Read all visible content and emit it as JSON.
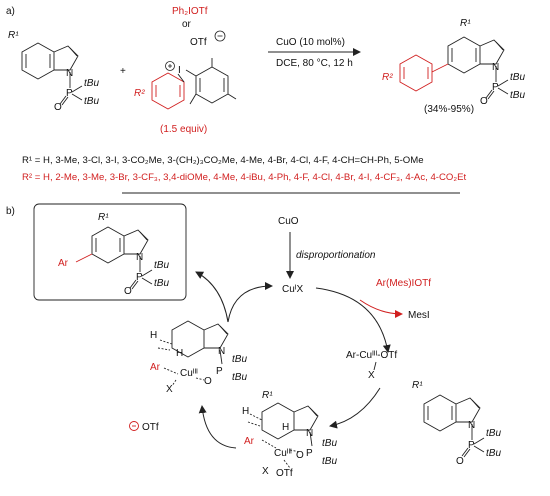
{
  "panel_a": {
    "label": "a)",
    "reagent_top": "Ph₂IOTf",
    "reagent_or": "or",
    "otf": "OTf",
    "equiv": "(1.5 equiv)",
    "cond1": "CuO (10 mol%)",
    "cond2": "DCE, 80 °C, 12 h",
    "yield": "(34%-95%)",
    "r1_line": "R¹ = H, 3-Me, 3-Cl, 3-I, 3-CO₂Me, 3-(CH₂)₃CO₂Me, 4-Me, 4-Br, 4-Cl, 4-F, 4-CH=CH-Ph, 5-OMe",
    "r2_line": "R² = H, 2-Me, 3-Me, 3-Br, 3-CF₃, 3,4-diOMe, 4-Me, 4-iBu, 4-Ph, 4-F, 4-Cl, 4-Br, 4-I, 4-CF₃, 4-Ac, 4-CO₂Et"
  },
  "panel_b": {
    "label": "b)",
    "cuo": "CuO",
    "disp": "disproportionation",
    "cui": "CuᴵX",
    "armes": "Ar(Mes)IOTf",
    "mesi": "MesI",
    "arcu": "Ar-Cuᴵᴵᴵ-OTf",
    "x": "X",
    "otf_anion": "OTf",
    "ar": "Ar",
    "cu3": "Cuᴵᴵᴵ",
    "h": "H",
    "n": "N",
    "p": "P",
    "o": "O",
    "tbu": "tBu",
    "r1": "R¹",
    "r2": "R²"
  },
  "colors": {
    "accent": "#d11f1f",
    "ink": "#111111"
  }
}
